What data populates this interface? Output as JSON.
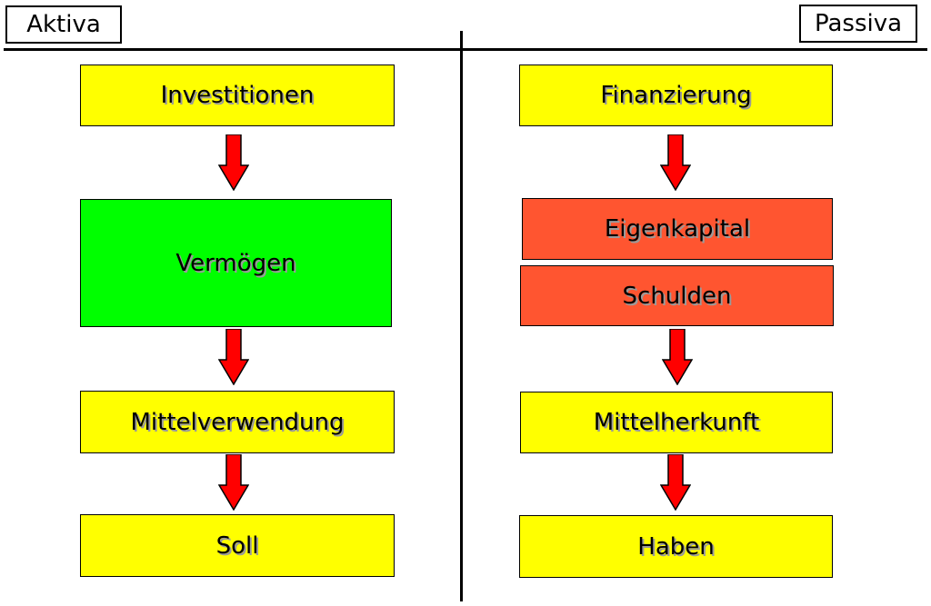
{
  "header": {
    "left": "Aktiva",
    "right": "Passiva"
  },
  "left_column": {
    "investitionen": "Investitionen",
    "vermoegen": "Vermögen",
    "mittelverwendung": "Mittelverwendung",
    "soll": "Soll"
  },
  "right_column": {
    "finanzierung": "Finanzierung",
    "eigenkapital": "Eigenkapital",
    "schulden": "Schulden",
    "mittelherkunft": "Mittelherkunft",
    "haben": "Haben"
  },
  "colors": {
    "yellow": "#ffff00",
    "green": "#00ff00",
    "red": "#ff5530",
    "arrow": "#ff0000"
  }
}
